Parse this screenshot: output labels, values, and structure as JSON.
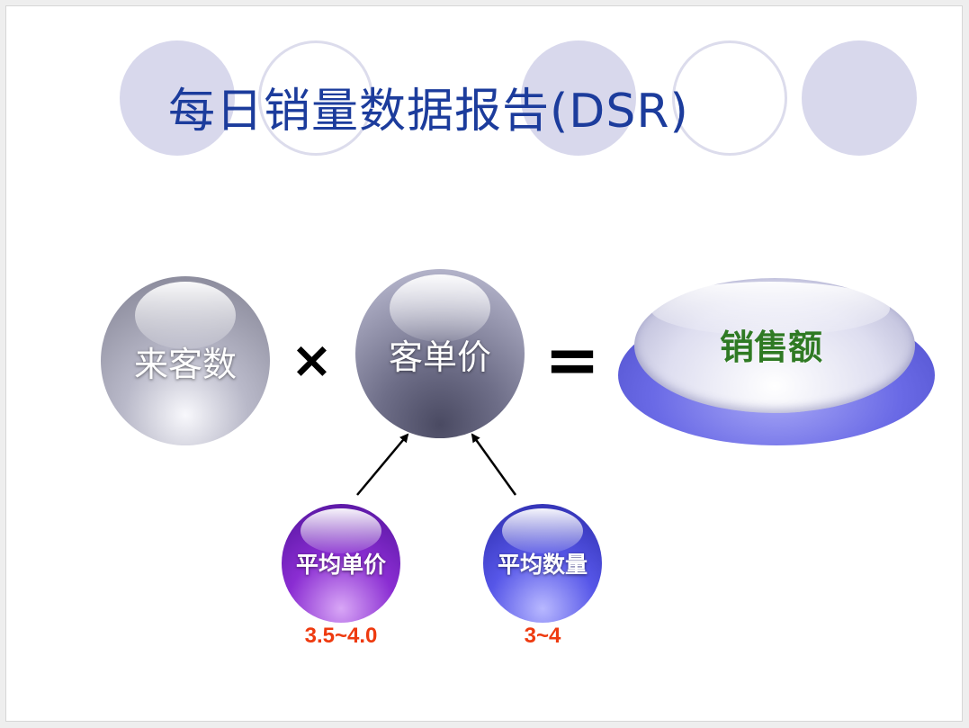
{
  "slide": {
    "title": "每日销量数据报告(DSR)"
  },
  "formula": {
    "customer_count": "来客数",
    "times_symbol": "×",
    "unit_price": "客单价",
    "equals_symbol": "=",
    "sales_amount": "销售额"
  },
  "drivers": [
    {
      "label": "平均单价",
      "range": "3.5~4.0"
    },
    {
      "label": "平均数量",
      "range": "3~4"
    }
  ],
  "colors": {
    "title": "#1c3c9c",
    "sales_label": "#2f7a24",
    "range_text": "#ee3a0f",
    "avg_price_sphere": "#8a2dd2",
    "avg_qty_sphere": "#5656e8",
    "oval_base": "#6a6ae6",
    "decoration_circle": "#d8d8ec"
  }
}
